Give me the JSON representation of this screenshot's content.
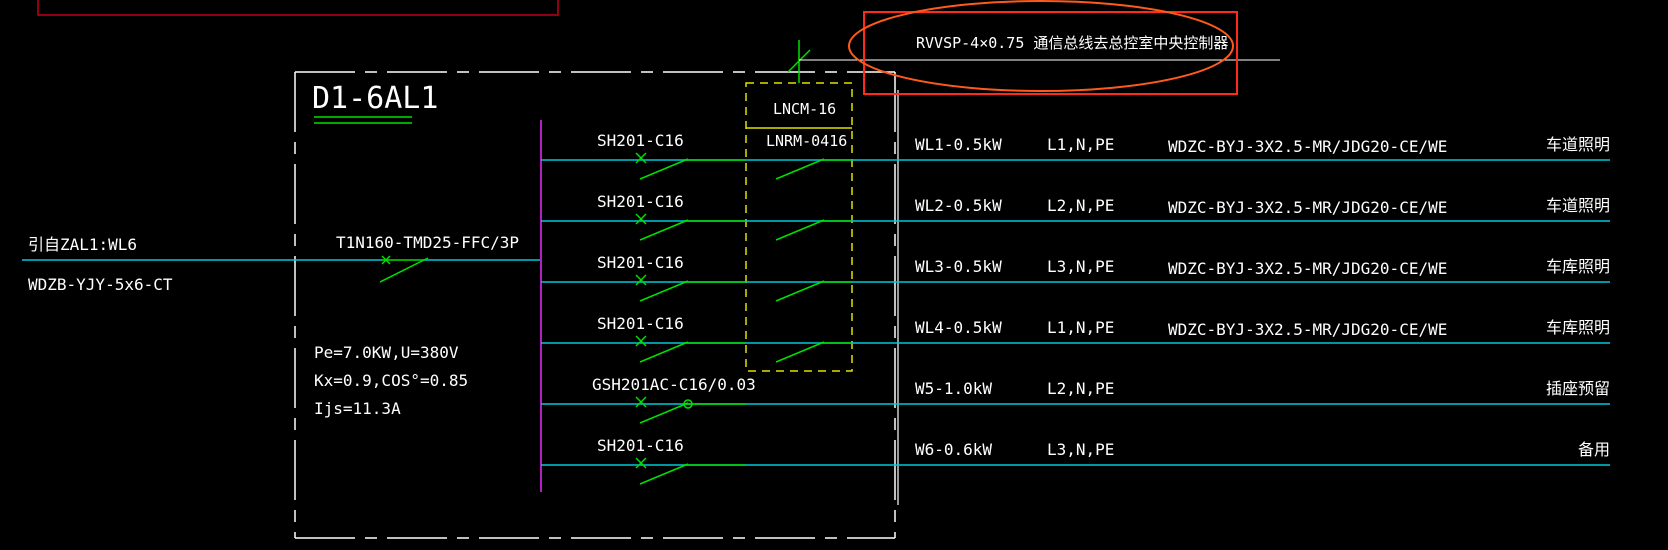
{
  "colors": {
    "background": "#000000",
    "text": "#ffffff",
    "circuit_line": "#00c8d8",
    "switch": "#00e000",
    "busbar": "#b020c0",
    "frame": "#ffffff",
    "meter_box": "#e0e000",
    "annotation": "#ff4a1a",
    "top_box": "#c00018"
  },
  "panel": {
    "name": "D1-6AL1",
    "incoming_source": "引自ZAL1:WL6",
    "incoming_cable": "WDZB-YJY-5x6-CT",
    "main_breaker": "T1N160-TMD25-FFC/3P",
    "calc": [
      "Pe=7.0KW,U=380V",
      "Kx=0.9,COS°=0.85",
      "Ijs=11.3A"
    ]
  },
  "meter": {
    "label_top": "LNCM-16",
    "label_bottom": "LNRM-0416"
  },
  "annotation": {
    "text": "RVVSP-4×0.75 通信总线去总控室中央控制器"
  },
  "circuits": [
    {
      "breaker": "SH201-C16",
      "name": "WL1-0.5kW",
      "phase": "L1,N,PE",
      "cable": "WDZC-BYJ-3X2.5-MR/JDG20-CE/WE",
      "use": "车道照明"
    },
    {
      "breaker": "SH201-C16",
      "name": "WL2-0.5kW",
      "phase": "L2,N,PE",
      "cable": "WDZC-BYJ-3X2.5-MR/JDG20-CE/WE",
      "use": "车道照明"
    },
    {
      "breaker": "SH201-C16",
      "name": "WL3-0.5kW",
      "phase": "L3,N,PE",
      "cable": "WDZC-BYJ-3X2.5-MR/JDG20-CE/WE",
      "use": "车库照明"
    },
    {
      "breaker": "SH201-C16",
      "name": "WL4-0.5kW",
      "phase": "L1,N,PE",
      "cable": "WDZC-BYJ-3X2.5-MR/JDG20-CE/WE",
      "use": "车库照明"
    },
    {
      "breaker": "GSH201AC-C16/0.03",
      "name": "W5-1.0kW",
      "phase": "L2,N,PE",
      "cable": "",
      "use": "插座预留"
    },
    {
      "breaker": "SH201-C16",
      "name": "W6-0.6kW",
      "phase": "L3,N,PE",
      "cable": "",
      "use": "备用"
    }
  ]
}
